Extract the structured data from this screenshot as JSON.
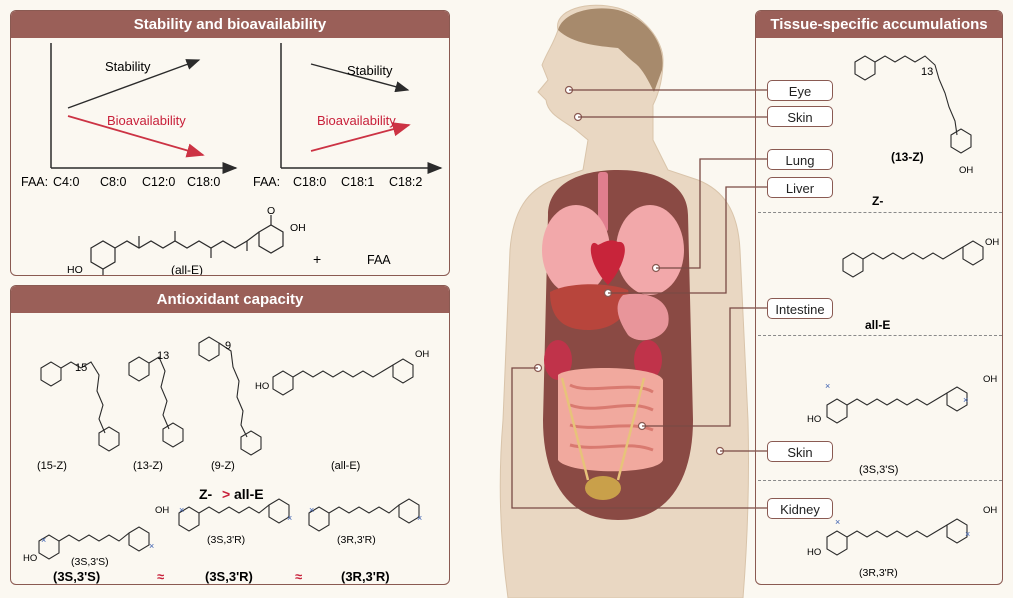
{
  "stability_panel": {
    "title": "Stability and bioavailability",
    "left": {
      "stability_label": "Stability",
      "bioavailability_label": "Bioavailability",
      "faa_label": "FAA:",
      "ticks": [
        "C4:0",
        "C8:0",
        "C12:0",
        "C18:0"
      ]
    },
    "right": {
      "stability_label": "Stability",
      "bioavailability_label": "Bioavailability",
      "faa_label": "FAA:",
      "ticks": [
        "C18:0",
        "C18:1",
        "C18:2"
      ]
    },
    "molecule_label": "(all-E)",
    "plus": "+",
    "faa": "FAA"
  },
  "antioxidant_panel": {
    "title": "Antioxidant capacity",
    "isomers": [
      {
        "label": "(15-Z)",
        "number": "15"
      },
      {
        "label": "(13-Z)",
        "number": "13"
      },
      {
        "label": "(9-Z)",
        "number": "9"
      },
      {
        "label": "(all-E)",
        "number": ""
      }
    ],
    "comparison": {
      "left": "Z-",
      "symbol": ">",
      "right": "all-E"
    },
    "stereo": [
      {
        "small": "(3S,3'S)",
        "big": "(3S,3'S)"
      },
      {
        "small": "(3S,3'R)",
        "big": "(3S,3'R)"
      },
      {
        "small": "(3R,3'R)",
        "big": "(3R,3'R)"
      }
    ],
    "approx": [
      "≈",
      "≈"
    ]
  },
  "tissue_panel": {
    "title": "Tissue-specific accumulations",
    "sections": [
      {
        "number": "13",
        "label": "(13-Z)",
        "caption": "Z-"
      },
      {
        "caption": "all-E"
      },
      {
        "label": "(3S,3'S)"
      },
      {
        "label": "(3R,3'R)"
      }
    ]
  },
  "organ_labels": [
    "Eye",
    "Skin",
    "Lung",
    "Liver",
    "Intestine",
    "Skin",
    "Kidney"
  ],
  "atom_labels": {
    "oh": "OH",
    "ho": "HO",
    "o": "O"
  },
  "colors": {
    "accent": "#9a5f58",
    "red_arrow": "#cc3344",
    "red_text": "#c8203a",
    "line": "#2b2b2b",
    "skin": "#e6d3bd",
    "body_cavity": "#8a4a44"
  }
}
